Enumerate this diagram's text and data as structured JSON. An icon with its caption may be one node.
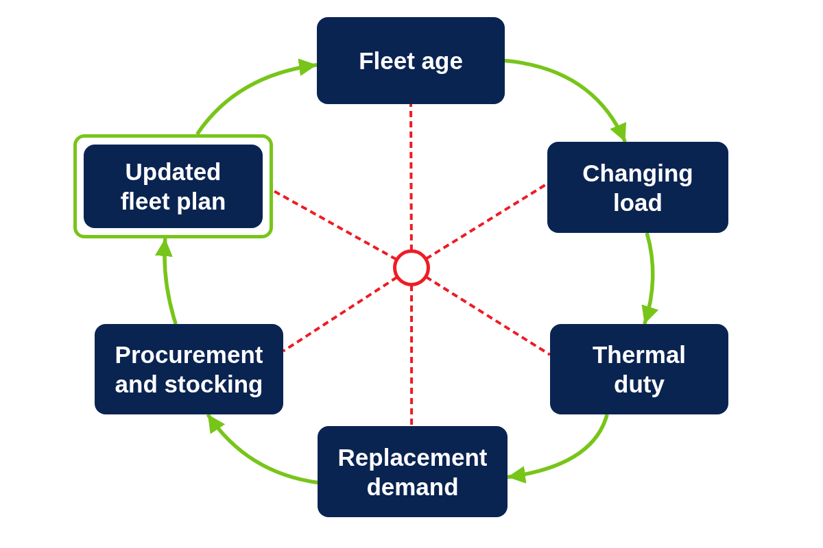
{
  "diagram": {
    "nodes": [
      {
        "text": [
          "Fleet age"
        ]
      },
      {
        "text": [
          "Changing load"
        ]
      },
      {
        "text": [
          "Thermal duty"
        ]
      },
      {
        "text": [
          "Replacement demand"
        ]
      },
      {
        "text": [
          "Procurement and stocking"
        ]
      },
      {
        "text": [],
        "shape": "box"
      },
      {
        "text": [
          "Updated fleet plan"
        ],
        "in": 5
      },
      {
        "text": [],
        "shape": "circle"
      }
    ],
    "edges": [
      {
        "from": 0,
        "to": 1,
        "arrow": "to"
      },
      {
        "from": 1,
        "to": 2,
        "arrow": "to"
      },
      {
        "from": 2,
        "to": 3,
        "arrow": "to"
      },
      {
        "from": 3,
        "to": 4,
        "arrow": "to"
      },
      {
        "from": 4,
        "to": 5,
        "arrow": "to"
      },
      {
        "from": 5,
        "to": 0,
        "arrow": "to"
      },
      {
        "from": 7,
        "to": 0,
        "arrow": "none",
        "style": "dashed",
        "color": "#ee1c24"
      },
      {
        "from": 7,
        "to": 1,
        "arrow": "none",
        "style": "dashed",
        "color": "#ee1c24"
      },
      {
        "from": 7,
        "to": 2,
        "arrow": "none",
        "style": "dashed",
        "color": "#ee1c24"
      },
      {
        "from": 7,
        "to": 3,
        "arrow": "none",
        "style": "dashed",
        "color": "#ee1c24"
      },
      {
        "from": 7,
        "to": 4,
        "arrow": "none",
        "style": "dashed",
        "color": "#ee1c24"
      },
      {
        "from": 7,
        "to": 5,
        "arrow": "none",
        "style": "dashed",
        "color": "#ee1c24"
      }
    ]
  }
}
